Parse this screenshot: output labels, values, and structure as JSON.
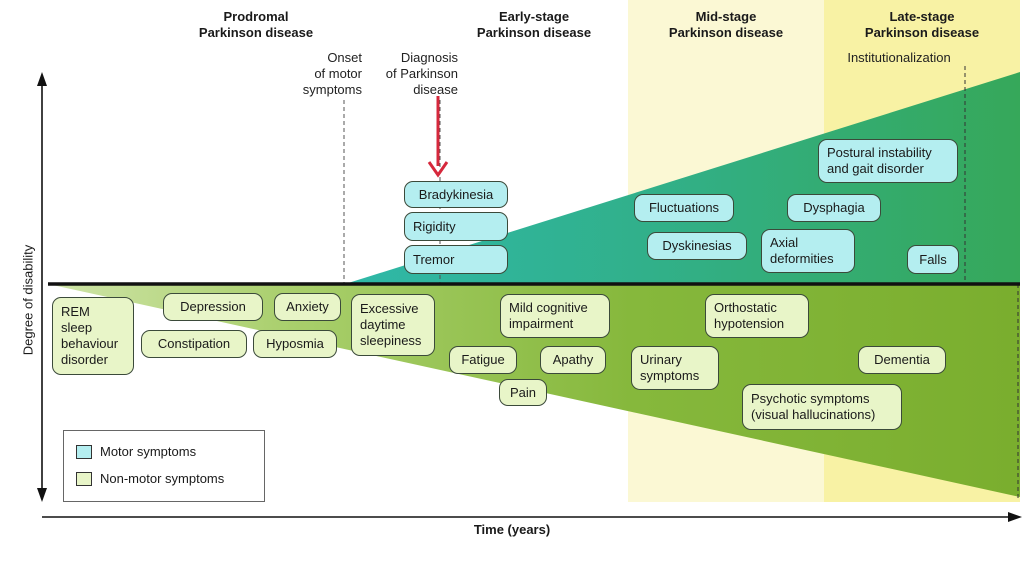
{
  "stages": {
    "prodromal": [
      "Prodromal",
      "Parkinson disease"
    ],
    "early": [
      "Early-stage",
      "Parkinson disease"
    ],
    "mid": [
      "Mid-stage",
      "Parkinson disease"
    ],
    "late": [
      "Late-stage",
      "Parkinson disease"
    ]
  },
  "events": {
    "onset": [
      "Onset",
      "of motor",
      "symptoms"
    ],
    "diagnosis": [
      "Diagnosis",
      "of Parkinson",
      "disease"
    ],
    "institutionalization": "Institutionalization"
  },
  "motor_symptoms": {
    "bradykinesia": "Bradykinesia",
    "rigidity": "Rigidity",
    "tremor": "Tremor",
    "fluctuations": "Fluctuations",
    "dyskinesias": "Dyskinesias",
    "dysphagia": "Dysphagia",
    "axial_deformities": [
      "Axial",
      "deformities"
    ],
    "postural_instability": [
      "Postural instability",
      "and gait disorder"
    ],
    "falls": "Falls"
  },
  "non_motor_symptoms": {
    "rem": [
      "REM",
      "sleep",
      "behaviour",
      "disorder"
    ],
    "depression": "Depression",
    "anxiety": "Anxiety",
    "constipation": "Constipation",
    "hyposmia": "Hyposmia",
    "excessive_sleepiness": [
      "Excessive",
      "daytime",
      "sleepiness"
    ],
    "fatigue": "Fatigue",
    "mild_cognitive": [
      "Mild cognitive",
      "impairment"
    ],
    "apathy": "Apathy",
    "pain": "Pain",
    "orthostatic": [
      "Orthostatic",
      "hypotension"
    ],
    "urinary": [
      "Urinary",
      "symptoms"
    ],
    "psychotic": [
      "Psychotic symptoms",
      "(visual hallucinations)"
    ],
    "dementia": "Dementia"
  },
  "legend": {
    "motor": "Motor symptoms",
    "non_motor": "Non-motor symptoms"
  },
  "axes": {
    "y_label": "Degree of disability",
    "x_label": "Time (years)"
  },
  "colors": {
    "motor_fill": "#b4eef0",
    "non_motor_fill": "#e8f5c8",
    "arrow": "#d6283c"
  }
}
